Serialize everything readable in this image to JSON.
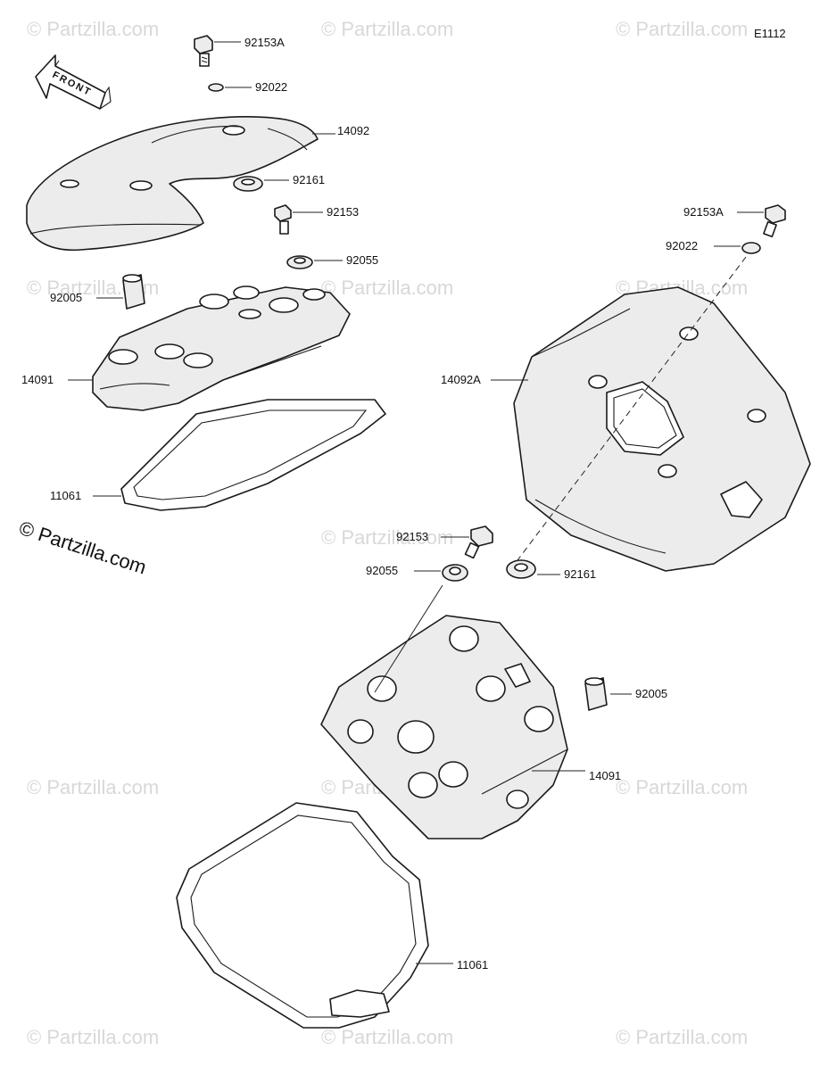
{
  "diagram_code": "E1112",
  "watermark": "© Partzilla.com",
  "front_label": "FRONT",
  "part_labels": {
    "bolt_a_top": "92153A",
    "washer_top": "92022",
    "cover_left": "14092",
    "grommet_left": "92161",
    "bolt_left": "92153",
    "washer_left": "92055",
    "dowel_left": "92005",
    "head_cover_left": "14091",
    "gasket_left": "11061",
    "bolt_a_right": "92153A",
    "washer_right": "92022",
    "cover_right": "14092A",
    "bolt_mid": "92153",
    "washer_mid": "92055",
    "grommet_mid": "92161",
    "dowel_right": "92005",
    "head_cover_right": "14091",
    "gasket_bottom": "11061"
  }
}
